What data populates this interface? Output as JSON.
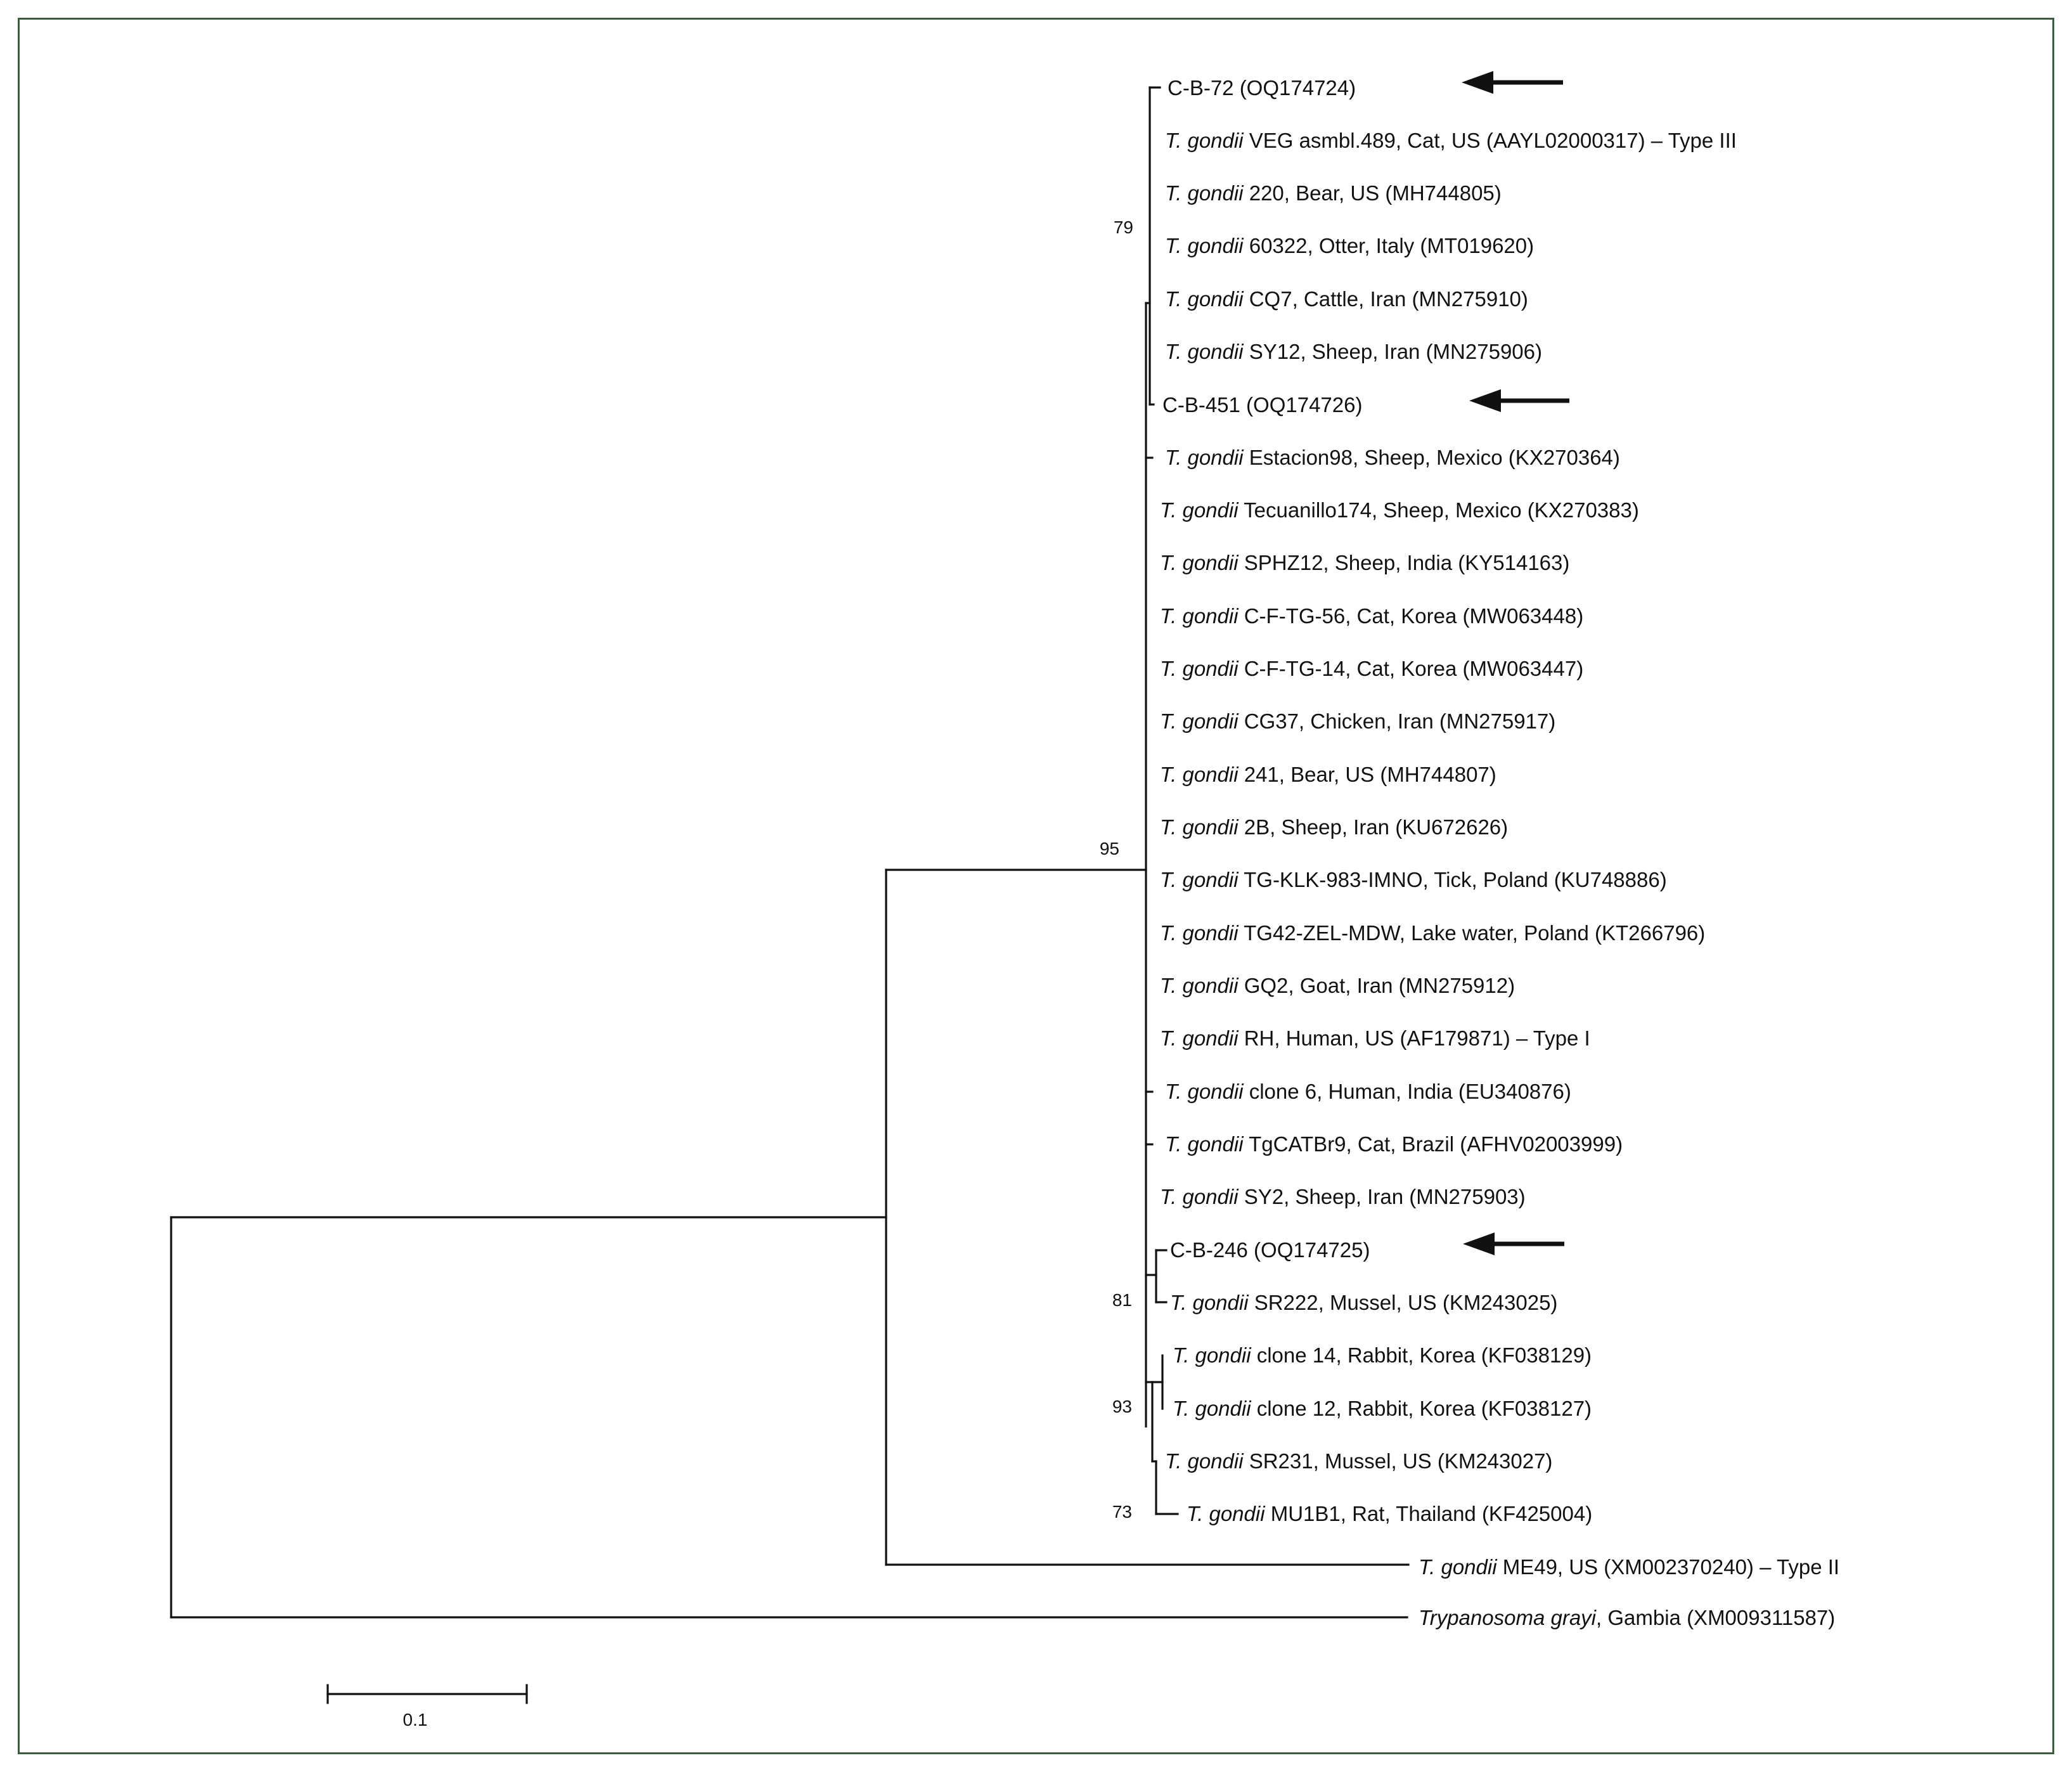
{
  "tree": {
    "taxa": [
      {
        "id": "t1",
        "italic": "",
        "text": "C-B-72 (OQ174724)",
        "highlight": true
      },
      {
        "id": "t2",
        "italic": "T. gondii",
        "text": " VEG asmbl.489, Cat, US (AAYL02000317) – Type III"
      },
      {
        "id": "t3",
        "italic": "T. gondii",
        "text": " 220, Bear, US (MH744805)"
      },
      {
        "id": "t4",
        "italic": "T. gondii",
        "text": " 60322, Otter, Italy (MT019620)"
      },
      {
        "id": "t5",
        "italic": "T. gondii",
        "text": " CQ7, Cattle, Iran (MN275910)"
      },
      {
        "id": "t6",
        "italic": "T. gondii",
        "text": " SY12, Sheep, Iran (MN275906)"
      },
      {
        "id": "t7",
        "italic": "",
        "text": "C-B-451 (OQ174726)",
        "highlight": true
      },
      {
        "id": "t8",
        "italic": "T. gondii",
        "text": " Estacion98, Sheep, Mexico (KX270364)"
      },
      {
        "id": "t9",
        "italic": "T. gondii",
        "text": " Tecuanillo174, Sheep, Mexico (KX270383)"
      },
      {
        "id": "t10",
        "italic": "T. gondii",
        "text": " SPHZ12, Sheep, India (KY514163)"
      },
      {
        "id": "t11",
        "italic": "T. gondii",
        "text": " C-F-TG-56, Cat, Korea (MW063448)"
      },
      {
        "id": "t12",
        "italic": "T. gondii",
        "text": " C-F-TG-14, Cat, Korea (MW063447)"
      },
      {
        "id": "t13",
        "italic": "T. gondii",
        "text": " CG37, Chicken, Iran (MN275917)"
      },
      {
        "id": "t14",
        "italic": "T. gondii",
        "text": " 241, Bear, US (MH744807)"
      },
      {
        "id": "t15",
        "italic": "T. gondii",
        "text": " 2B, Sheep, Iran (KU672626)"
      },
      {
        "id": "t16",
        "italic": "T. gondii",
        "text": " TG-KLK-983-IMNO, Tick, Poland (KU748886)"
      },
      {
        "id": "t17",
        "italic": "T. gondii",
        "text": " TG42-ZEL-MDW, Lake water, Poland (KT266796)"
      },
      {
        "id": "t18",
        "italic": "T. gondii",
        "text": " GQ2, Goat, Iran (MN275912)"
      },
      {
        "id": "t19",
        "italic": "T. gondii",
        "text": " RH, Human, US (AF179871) – Type I"
      },
      {
        "id": "t20",
        "italic": "T. gondii",
        "text": " clone 6, Human, India (EU340876)"
      },
      {
        "id": "t21",
        "italic": "T. gondii",
        "text": " TgCATBr9, Cat, Brazil (AFHV02003999)"
      },
      {
        "id": "t22",
        "italic": "T. gondii",
        "text": " SY2, Sheep, Iran (MN275903)"
      },
      {
        "id": "t23",
        "italic": "",
        "text": "C-B-246 (OQ174725)",
        "highlight": true
      },
      {
        "id": "t24",
        "italic": "T. gondii",
        "text": " SR222, Mussel, US (KM243025)"
      },
      {
        "id": "t25",
        "italic": "T. gondii",
        "text": " clone 14, Rabbit, Korea (KF038129)"
      },
      {
        "id": "t26",
        "italic": "T. gondii",
        "text": " clone 12, Rabbit, Korea (KF038127)"
      },
      {
        "id": "t27",
        "italic": "T. gondii",
        "text": " SR231, Mussel, US (KM243027)"
      },
      {
        "id": "t28",
        "italic": "T. gondii",
        "text": " MU1B1, Rat, Thailand (KF425004)"
      },
      {
        "id": "t29",
        "italic": "T. gondii",
        "text": " ME49, US (XM002370240) – Type II"
      },
      {
        "id": "t30",
        "italic": "Trypanosoma grayi",
        "text": ", Gambia (XM009311587)"
      }
    ],
    "bootstrap": [
      "79",
      "95",
      "81",
      "93",
      "73"
    ],
    "scale_label": "0.1"
  }
}
